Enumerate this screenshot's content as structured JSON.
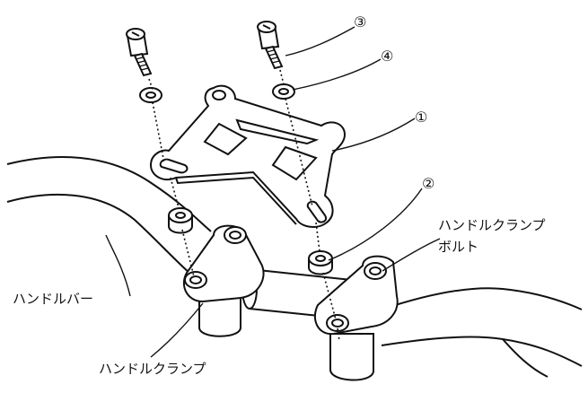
{
  "labels": {
    "handlebar": "ハンドルバー",
    "handlebar_clamp": "ハンドルクランプ",
    "handlebar_clamp_bolt_line1": "ハンドルクランプ",
    "handlebar_clamp_bolt_line2": "ボルト"
  },
  "callouts": {
    "c1": "①",
    "c2": "②",
    "c3": "③",
    "c4": "④"
  },
  "colors": {
    "line": "#111111",
    "background": "#ffffff"
  }
}
